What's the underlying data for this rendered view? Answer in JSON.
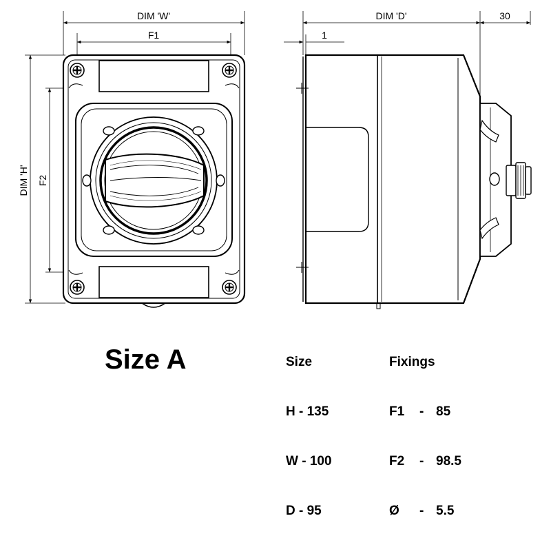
{
  "dimensions": {
    "width_label": "DIM 'W'",
    "depth_label": "DIM 'D'",
    "height_label": "DIM 'H'",
    "f1_label": "F1",
    "f2_label": "F2",
    "gap_label": "1",
    "gland_label": "30"
  },
  "size_table": {
    "heading": "Size",
    "rows": [
      "H - 135",
      "W - 100",
      "D - 95"
    ]
  },
  "fixings_table": {
    "heading": "Fixings",
    "rows": [
      {
        "name": "F1",
        "sep": "-",
        "value": "85"
      },
      {
        "name": "F2",
        "sep": "-",
        "value": "98.5"
      },
      {
        "name": "Ø",
        "sep": "-",
        "value": "5.5"
      }
    ]
  },
  "title": "Size A"
}
